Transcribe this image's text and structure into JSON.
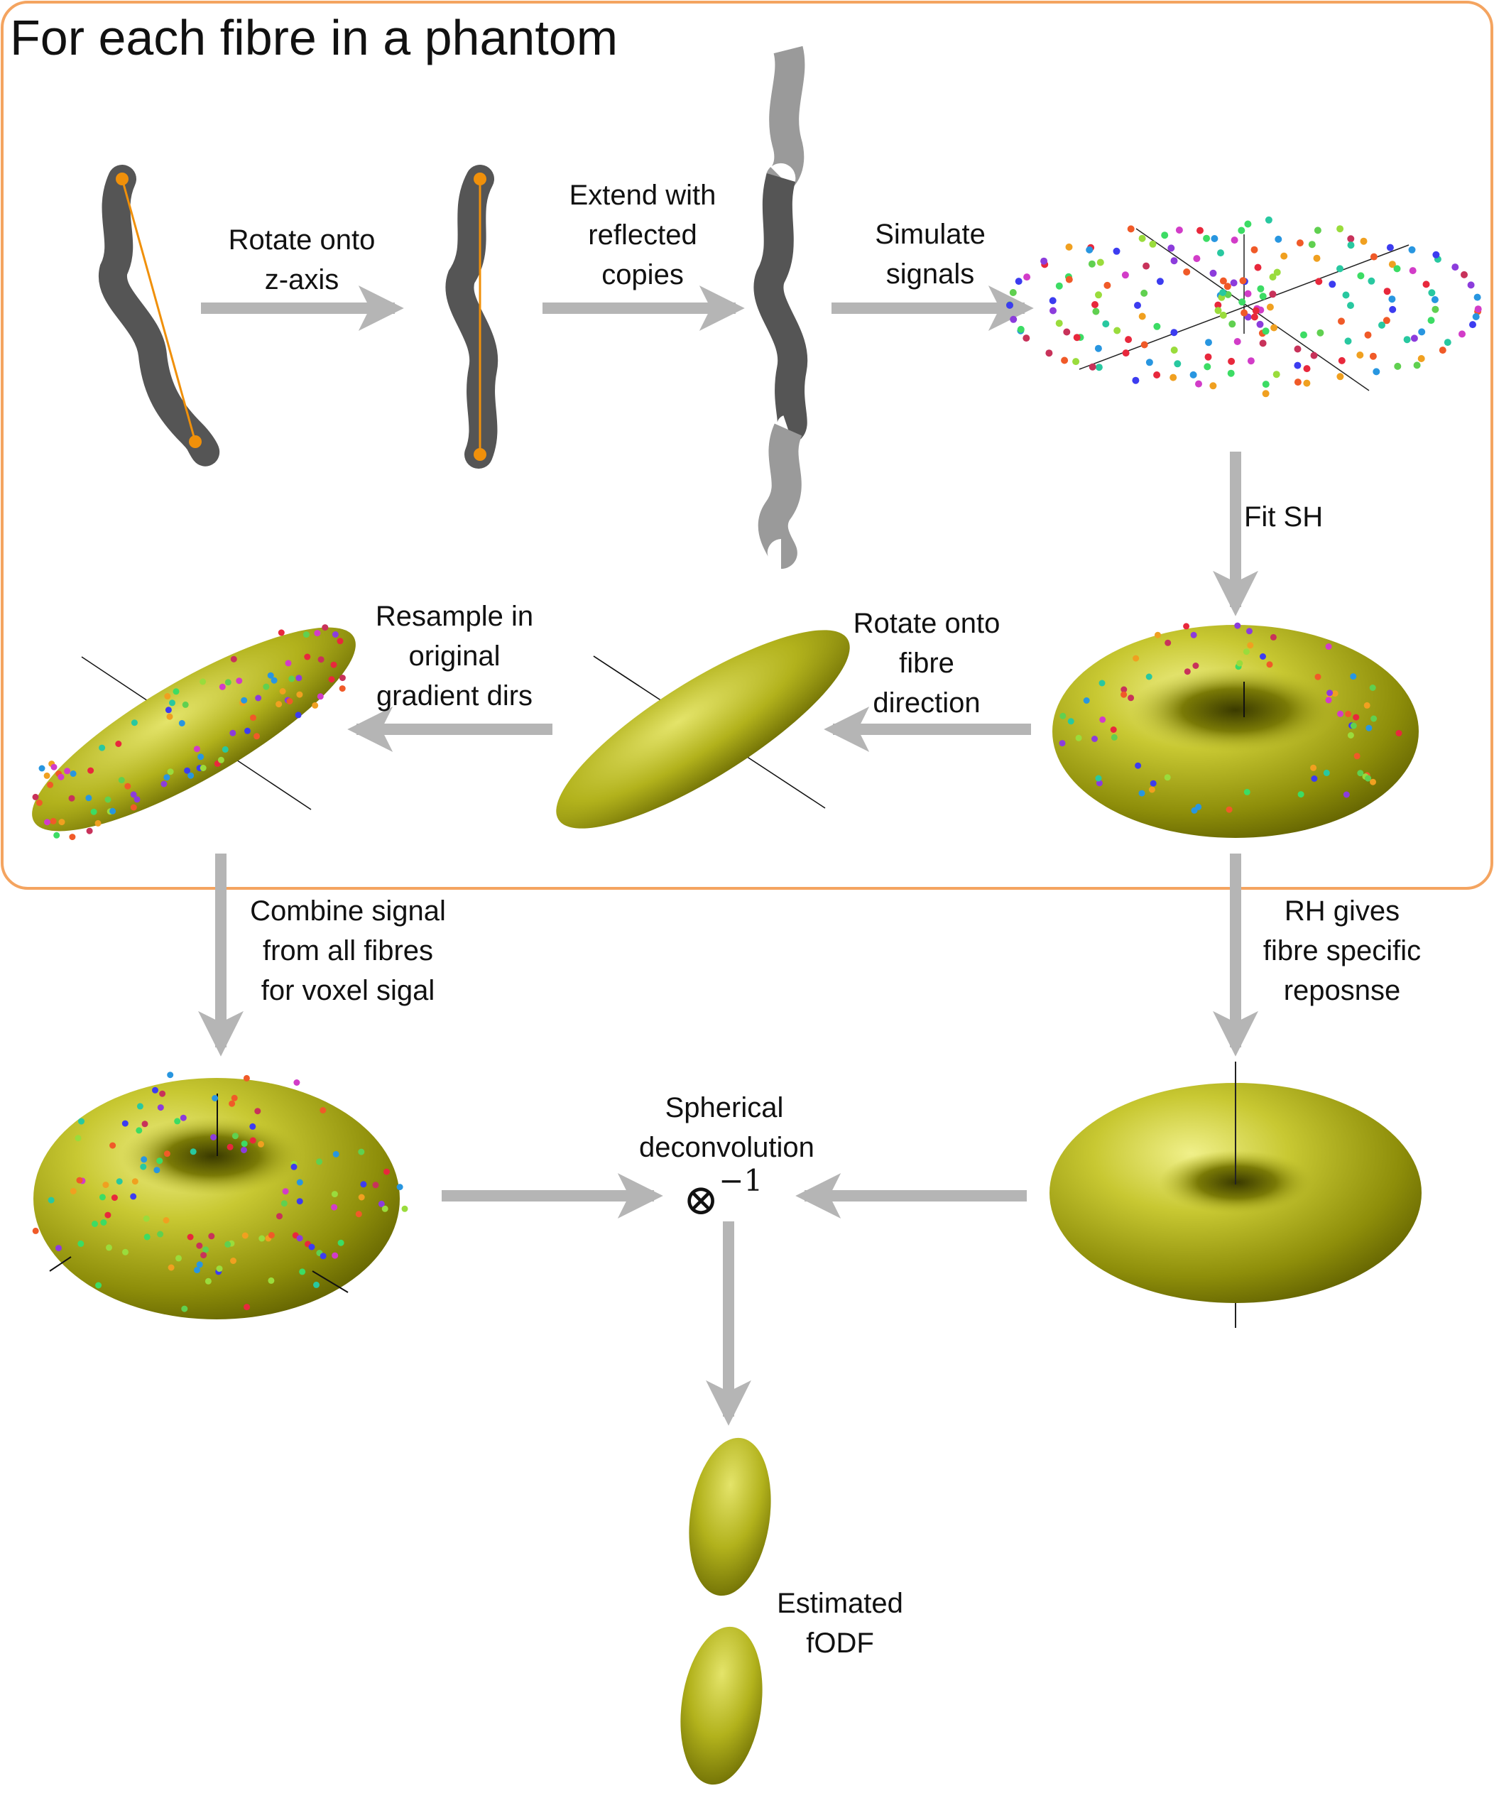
{
  "title": "For each fibre in a phantom",
  "steps": {
    "rotate_z": [
      "Rotate onto",
      "z-axis"
    ],
    "extend": [
      "Extend with",
      "reflected",
      "copies"
    ],
    "simulate": [
      "Simulate",
      "signals"
    ],
    "fit_sh": [
      "Fit SH"
    ],
    "rotate_fibre": [
      "Rotate onto",
      "fibre",
      "direction"
    ],
    "resample": [
      "Resample in",
      "original",
      "gradient dirs"
    ],
    "combine": [
      "Combine signal",
      "from all fibres",
      "for voxel sigal"
    ],
    "rh": [
      "RH gives",
      "fibre specific",
      "reposnse"
    ],
    "spherical": [
      "Spherical",
      "deconvolution"
    ],
    "operator": "⊗",
    "operator_exp": "−1",
    "estimated": [
      "Estimated",
      "fODF"
    ]
  },
  "colors": {
    "frame": "#f4a460",
    "arrow": "#b5b5b5",
    "fibre": "#555555",
    "fibre_ghost": "#9a9a9a",
    "endpoint": "#f0900a",
    "surface": "#a8a814",
    "surface_light": "#e8e878",
    "surface_dark": "#5e5e00"
  }
}
